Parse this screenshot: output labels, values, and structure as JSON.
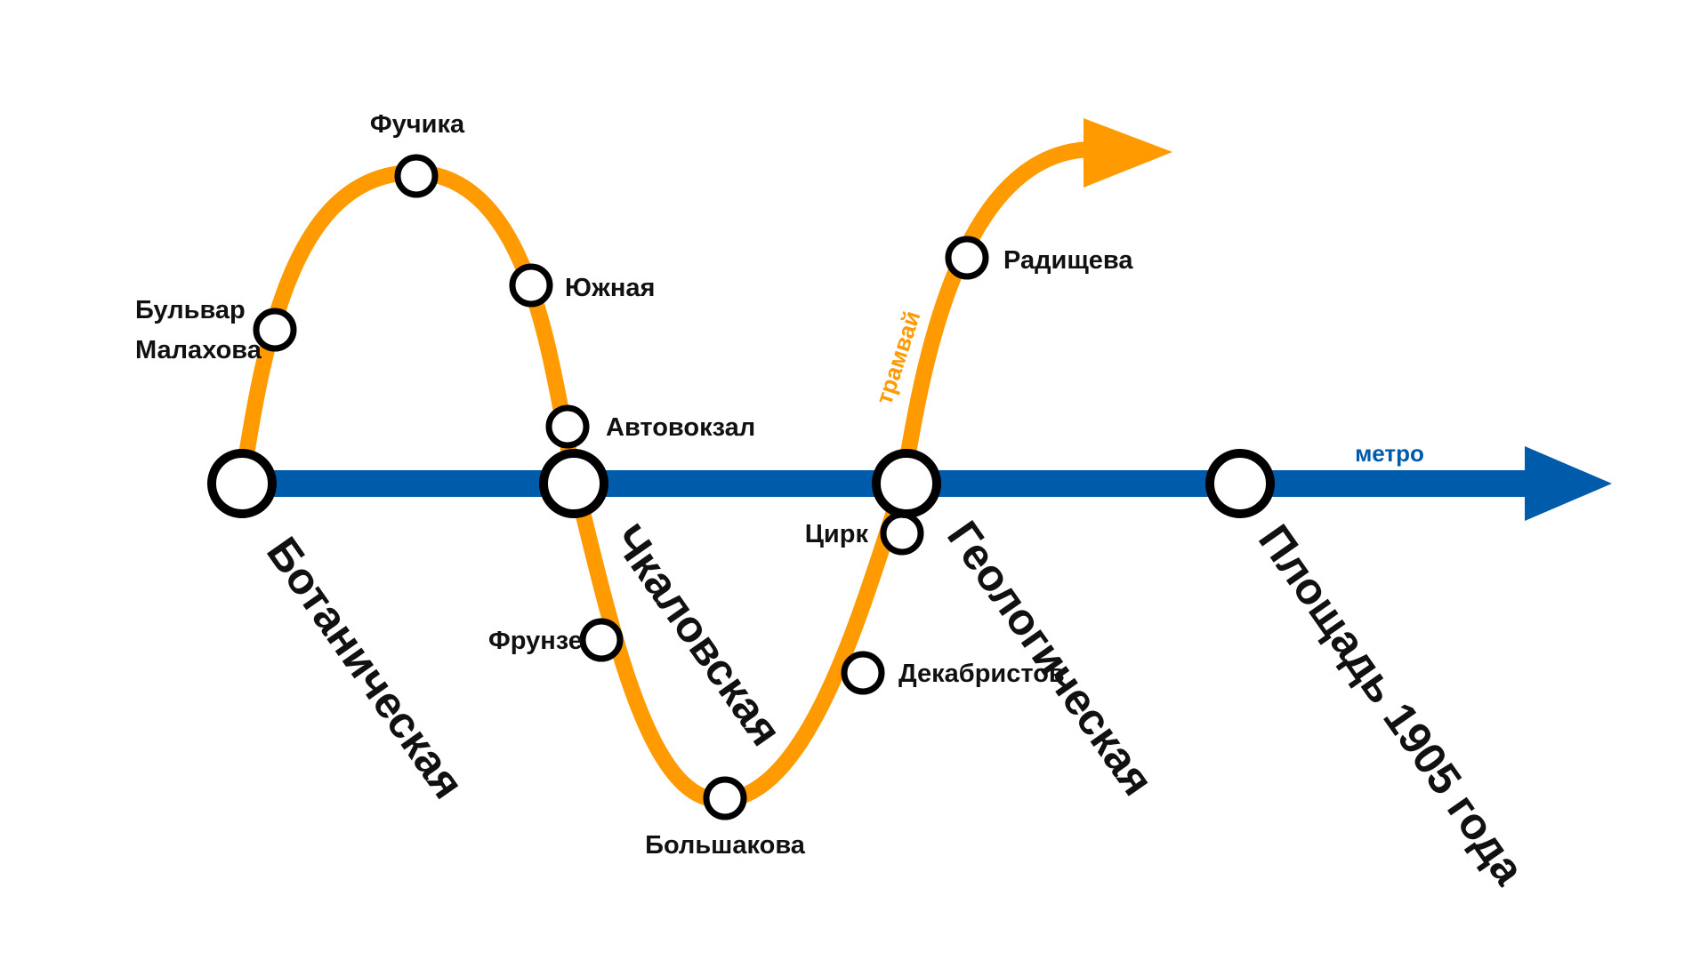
{
  "colors": {
    "metro": "#005BAA",
    "tram": "#FF9A00",
    "station_fill": "#FFFFFF",
    "station_stroke": "#000000",
    "text": "#111111"
  },
  "lines": {
    "metro_label": "метро",
    "tram_label": "трамвай"
  },
  "metro_stations": [
    {
      "id": "botanicheskaya",
      "name": "Ботаническая"
    },
    {
      "id": "chkalovskaya",
      "name": "Чкаловская"
    },
    {
      "id": "geologicheskaya",
      "name": "Геологическая"
    },
    {
      "id": "ploshchad-1905",
      "name": "Площадь 1905 года"
    }
  ],
  "tram_stops": [
    {
      "id": "bulvar-malakhova",
      "name_lines": [
        "Бульвар",
        "Малахова"
      ]
    },
    {
      "id": "fuchika",
      "name": "Фучика"
    },
    {
      "id": "yuzhnaya",
      "name": "Южная"
    },
    {
      "id": "avtovokzal",
      "name": "Автовокзал"
    },
    {
      "id": "frunze",
      "name": "Фрунзе"
    },
    {
      "id": "bolshakova",
      "name": "Большакова"
    },
    {
      "id": "dekabristov",
      "name": "Декабристов"
    },
    {
      "id": "tsirk",
      "name": "Цирк"
    },
    {
      "id": "radishcheva",
      "name": "Радищева"
    }
  ]
}
